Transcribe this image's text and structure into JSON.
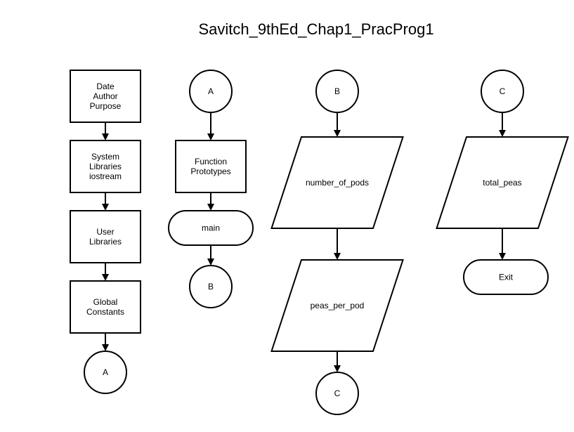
{
  "title": "Savitch_9thEd_Chap1_PracProg1",
  "columns": [
    {
      "nodes": [
        {
          "shape": "process",
          "lines": [
            "Date",
            "Author",
            "Purpose"
          ]
        },
        {
          "shape": "process",
          "lines": [
            "System",
            "Libraries",
            "iostream"
          ]
        },
        {
          "shape": "process",
          "lines": [
            "User",
            "Libraries"
          ]
        },
        {
          "shape": "process",
          "lines": [
            "Global",
            "Constants"
          ]
        },
        {
          "shape": "connector",
          "lines": [
            "A"
          ]
        }
      ]
    },
    {
      "nodes": [
        {
          "shape": "connector",
          "lines": [
            "A"
          ]
        },
        {
          "shape": "process",
          "lines": [
            "Function",
            "Prototypes"
          ]
        },
        {
          "shape": "terminator",
          "lines": [
            "main"
          ]
        },
        {
          "shape": "connector",
          "lines": [
            "B"
          ]
        }
      ]
    },
    {
      "nodes": [
        {
          "shape": "connector",
          "lines": [
            "B"
          ]
        },
        {
          "shape": "data",
          "lines": [
            "number_of_pods"
          ]
        },
        {
          "shape": "data",
          "lines": [
            "peas_per_pod"
          ]
        },
        {
          "shape": "connector",
          "lines": [
            "C"
          ]
        }
      ]
    },
    {
      "nodes": [
        {
          "shape": "connector",
          "lines": [
            "C"
          ]
        },
        {
          "shape": "data",
          "lines": [
            "total_peas"
          ]
        },
        {
          "shape": "terminator",
          "lines": [
            "Exit"
          ]
        }
      ]
    }
  ]
}
